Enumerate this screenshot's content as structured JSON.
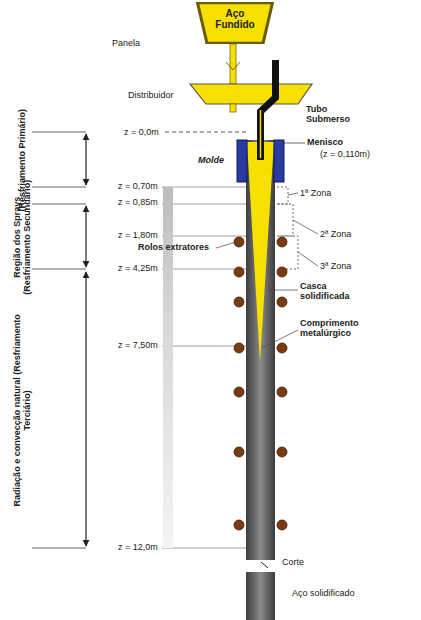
{
  "diagram": {
    "nodes": [
      {
        "text": [
          "Aço Fundido"
        ]
      }
    ],
    "labels": [
      "Panela",
      "Distribuidor",
      "Tubo Submerso",
      "Menisco",
      "(z = 0,110m)",
      "Molde",
      "z = 0,0m",
      "(Resfriamento Primário)",
      "z = 0,70m",
      "z = 0,85m",
      "z = 1,80m",
      "z = 4,25m",
      "Região dos Sprays (Resfriamento Secundário)",
      "1ª Zona",
      "2ª Zona",
      "3ª Zona",
      "Rolos extratores",
      "Casca solidificada",
      "Comprimento metalúrgico",
      "z = 7,50m",
      "Radiação e convecção natural (Resfriamento Terciário)",
      "z = 12,0m",
      "Corte",
      "Aço solidificado"
    ]
  }
}
